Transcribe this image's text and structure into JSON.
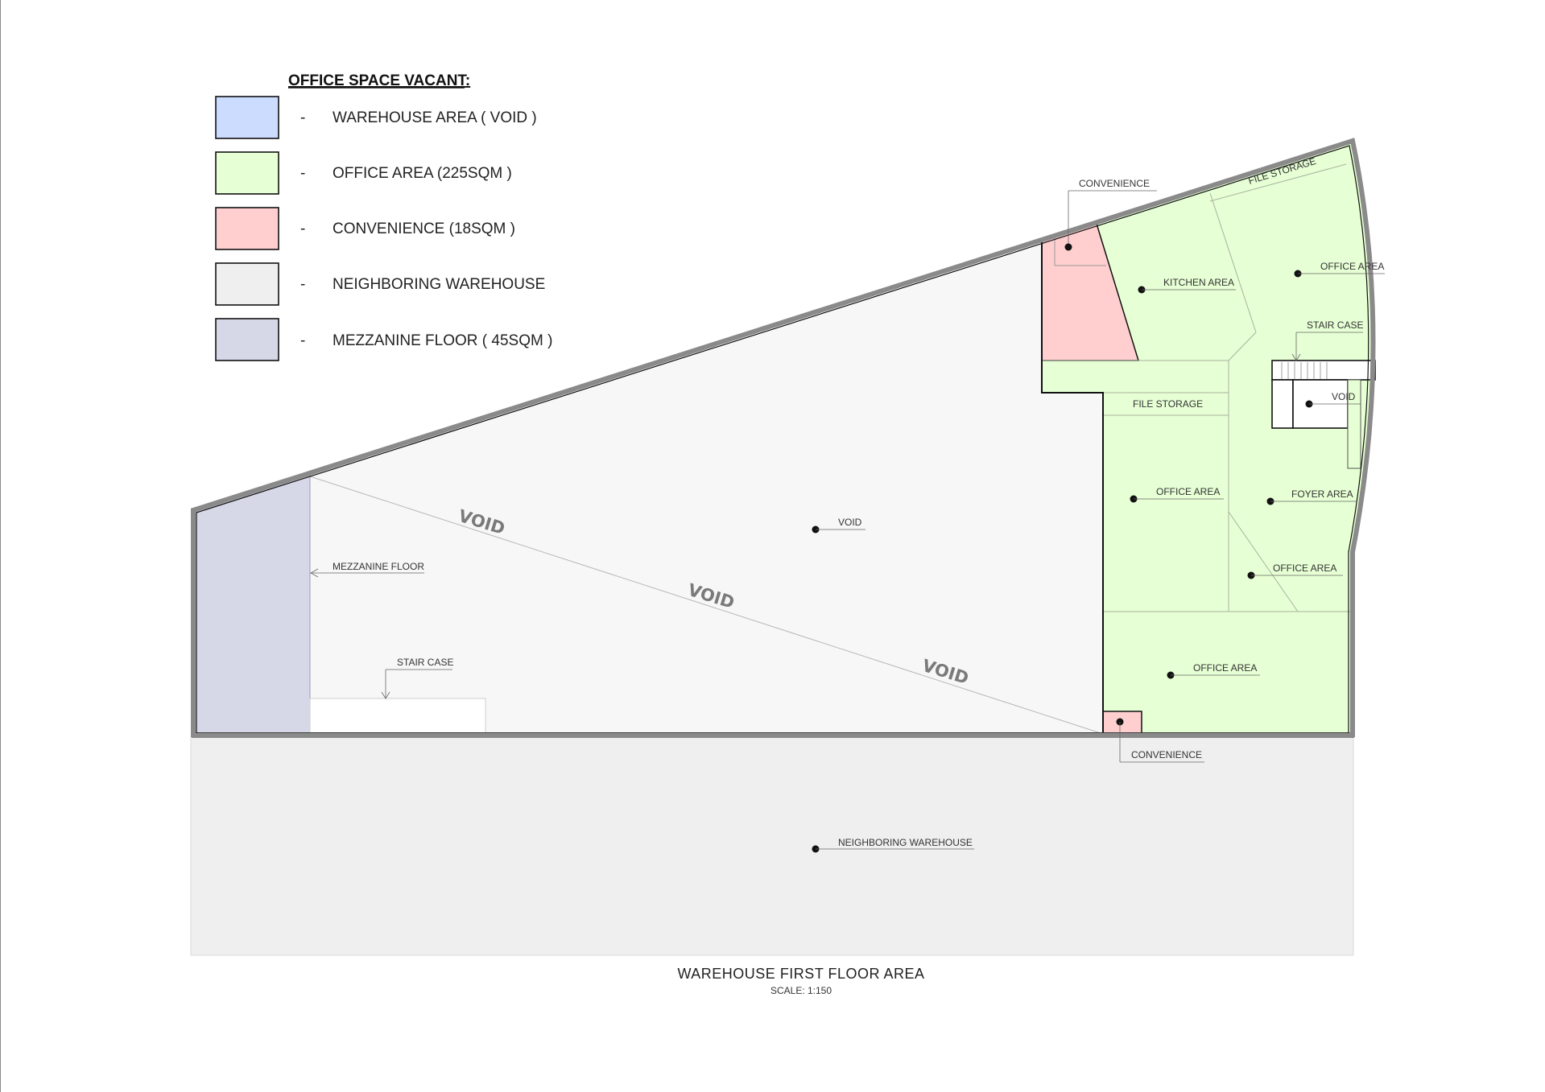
{
  "legend": {
    "title": "OFFICE SPACE VACANT:",
    "items": [
      {
        "dash": "-",
        "label": "WAREHOUSE AREA  ( VOID )",
        "color": "#ccdcff"
      },
      {
        "dash": "-",
        "label": "OFFICE AREA (225SQM )",
        "color": "#e6ffd4"
      },
      {
        "dash": "-",
        "label": "CONVENIENCE (18SQM )",
        "color": "#ffcfd0"
      },
      {
        "dash": "-",
        "label": "NEIGHBORING WAREHOUSE",
        "color": "#efefef"
      },
      {
        "dash": "-",
        "label": "MEZZANINE FLOOR  ( 45SQM )",
        "color": "#d6d8e8"
      }
    ]
  },
  "plan": {
    "void_big": [
      "VOID",
      "VOID",
      "VOID"
    ],
    "labels": {
      "void": "VOID",
      "mezzanine_floor": "MEZZANINE FLOOR",
      "stair_case_left": "STAIR CASE",
      "convenience_top": "CONVENIENCE",
      "file_storage_top": "FILE STORAGE",
      "kitchen_area": "KITCHEN AREA",
      "office_area_top": "OFFICE AREA",
      "stair_case_right": "STAIR CASE",
      "file_storage_mid": "FILE STORAGE",
      "void_right": "VOID",
      "office_area_mid": "OFFICE AREA",
      "foyer_area": "FOYER AREA",
      "office_area_right": "OFFICE AREA",
      "office_area_bottom": "OFFICE AREA",
      "convenience_bottom": "CONVENIENCE",
      "neighboring_warehouse": "NEIGHBORING WAREHOUSE"
    }
  },
  "title": {
    "main": "WAREHOUSE FIRST FLOOR AREA",
    "scale": "SCALE: 1:150"
  }
}
